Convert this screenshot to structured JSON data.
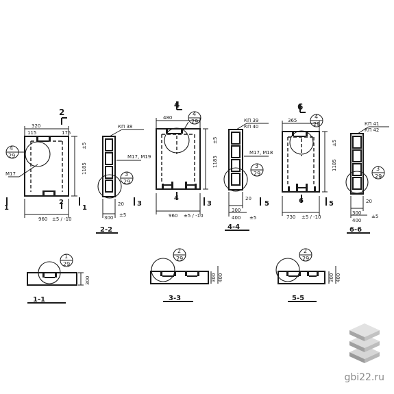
{
  "panel1": {
    "section_mark": "2",
    "section_mark_bottom": "2",
    "side_mark_left": "1",
    "side_mark_right": "1",
    "dim_top": "320",
    "dim_top_small_a": "115",
    "dim_top_small_b": "175",
    "dim_height": "1185",
    "dim_tol": "±5",
    "dim_width": "960",
    "dim_width_tol": "±5 / -10",
    "callout_num": "4",
    "callout_sheet": "29",
    "leader_label": "М17"
  },
  "section22": {
    "label_top": "КП 38",
    "dim_bottom": "300",
    "dim_side": "20",
    "dim_tol": "±5",
    "side_mark": "3",
    "callout_num": "3",
    "callout_sheet": "29",
    "caption": "2-2",
    "leader_label": "М17, М19"
  },
  "panel2": {
    "section_mark": "4",
    "section_mark_bottom": "4",
    "side_mark": "3",
    "dim_top": "480",
    "dim_height": "1185",
    "dim_tol": "±5",
    "dim_width": "960",
    "dim_width_tol": "±5 / -10",
    "callout_num": "4",
    "callout_sheet": "29"
  },
  "section44": {
    "label_top_a": "КП 39",
    "label_top_b": "КП 40",
    "dim_bottom_a": "300",
    "dim_bottom_b": "400",
    "dim_side": "20",
    "side_mark": "5",
    "dim_tol": "±5",
    "callout_num": "3",
    "callout_sheet": "29",
    "caption": "4-4",
    "leader_label": "М17, М18"
  },
  "panel3": {
    "section_mark": "6",
    "section_mark_bottom": "6",
    "side_mark": "5",
    "dim_top": "365",
    "dim_height": "1185",
    "dim_tol": "±5",
    "dim_width": "730",
    "dim_width_tol": "±5 / -10",
    "callout_num": "4",
    "callout_sheet": "29"
  },
  "section66": {
    "label_top_a": "КП 41",
    "label_top_b": "КП 42",
    "dim_bottom_a": "300",
    "dim_bottom_b": "400",
    "dim_side": "20",
    "dim_tol": "±5",
    "callout_num": "3",
    "callout_sheet": "29",
    "caption": "6-6"
  },
  "sec11": {
    "callout_num": "1",
    "callout_sheet": "29",
    "dim": "300",
    "caption": "1-1"
  },
  "sec33": {
    "callout_num": "2",
    "callout_sheet": "29",
    "dim_a": "300",
    "dim_b": "400",
    "caption": "3-3"
  },
  "sec55": {
    "callout_num": "2",
    "callout_sheet": "29",
    "dim_a": "300",
    "dim_b": "400",
    "caption": "5-5"
  },
  "brand": {
    "site": "gbi22.ru"
  }
}
